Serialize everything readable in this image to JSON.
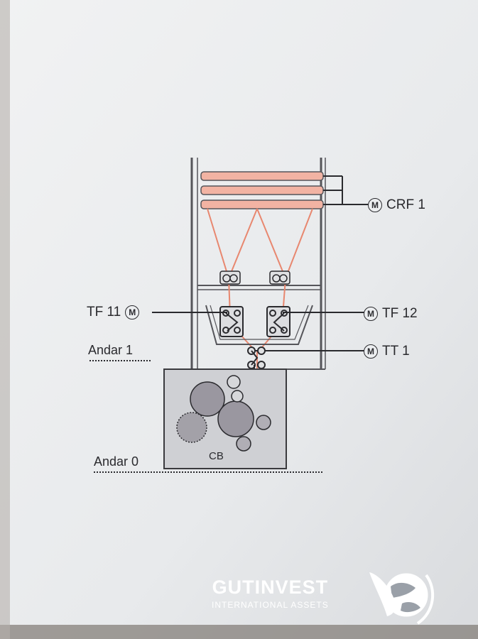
{
  "diagram": {
    "motors": {
      "crf1": "CRF 1",
      "tf11": "TF 11",
      "tf12": "TF 12",
      "tt1": "TT 1",
      "motor_symbol": "M"
    },
    "floors": {
      "floor1": "Andar 1",
      "floor0": "Andar 0"
    },
    "tank_label": "CB",
    "colors": {
      "rollers": "#f2b3a3",
      "paper_path": "#e8876f",
      "lines": "#2a2a2e"
    }
  },
  "watermark": {
    "title": "GUTINVEST",
    "subtitle": "INTERNATIONAL ASSETS",
    "icon": "globe-swoosh-icon"
  }
}
